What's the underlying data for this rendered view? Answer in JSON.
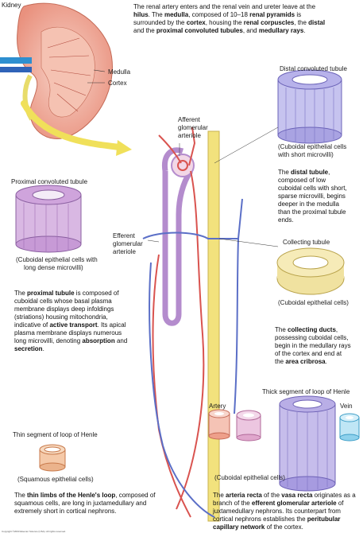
{
  "labels": {
    "kidney": "Kidney",
    "medulla": "Medulla",
    "cortex": "Cortex",
    "afferent": [
      "Afferent",
      "glomerular",
      "arteriole"
    ],
    "efferent": [
      "Efferent",
      "glomerular",
      "arteriole"
    ],
    "dct_title": "Distal convoluted tubule",
    "dct_caption": [
      "(Cuboidal epithelial cells",
      "with short microvilli)"
    ],
    "pct_title": "Proximal convoluted tubule",
    "pct_caption": [
      "(Cuboidal epithelial cells with",
      "long dense microvilli)"
    ],
    "collecting_title": "Collecting tubule",
    "collecting_caption": "(Cuboidal epithelial cells)",
    "thick_title": "Thick segment of loop of Henle",
    "artery": "Artery",
    "vein": "Vein",
    "thick_caption": "(Cuboidal epithelial cells)",
    "thin_title": "Thin segment of loop of Henle",
    "thin_caption": "(Squamous epithelial cells)",
    "copyright": "Copyright ©2003 Elsevier Science (USA). All rights reserved."
  },
  "paragraphs": {
    "intro": [
      {
        "t": "The renal artery enters and the renal vein and ureter leave at the "
      },
      {
        "t": "hilus",
        "b": true
      },
      {
        "t": ". The "
      },
      {
        "t": "medulla",
        "b": true
      },
      {
        "t": ", composed of 10–18 "
      },
      {
        "t": "renal pyramids",
        "b": true
      },
      {
        "t": " is surrounded by the "
      },
      {
        "t": "cortex",
        "b": true
      },
      {
        "t": ", housing the "
      },
      {
        "t": "renal corpuscles",
        "b": true
      },
      {
        "t": ", the "
      },
      {
        "t": "distal",
        "b": true
      },
      {
        "t": " and the "
      },
      {
        "t": "proximal convoluted tubules",
        "b": true
      },
      {
        "t": ", and "
      },
      {
        "t": "medullary rays",
        "b": true
      },
      {
        "t": "."
      }
    ],
    "distal": [
      {
        "t": "The "
      },
      {
        "t": "distal tubule",
        "b": true
      },
      {
        "t": ", composed of low cuboidal cells with short, sparse microvilli, begins deeper in the medulla than the proximal tubule ends."
      }
    ],
    "proximal": [
      {
        "t": "The "
      },
      {
        "t": "proximal tubule",
        "b": true
      },
      {
        "t": " is composed of cuboidal cells whose basal plasma membrane displays deep infoldings (striations) housing mitochondria, indicative of "
      },
      {
        "t": "active transport",
        "b": true
      },
      {
        "t": ". Its apical plasma membrane displays numerous long microvilli, denoting "
      },
      {
        "t": "absorption",
        "b": true
      },
      {
        "t": " and "
      },
      {
        "t": "secretion",
        "b": true
      },
      {
        "t": "."
      }
    ],
    "collecting": [
      {
        "t": "The "
      },
      {
        "t": "collecting ducts",
        "b": true
      },
      {
        "t": ", possessing cuboidal cells, begin in the medullary rays of the cortex and end at the "
      },
      {
        "t": "area cribrosa",
        "b": true
      },
      {
        "t": "."
      }
    ],
    "thin": [
      {
        "t": "The "
      },
      {
        "t": "thin limbs of the Henle's loop",
        "b": true
      },
      {
        "t": ", composed of squamous cells, are long in juxtamedullary and extremely short in cortical nephrons."
      }
    ],
    "vasa": [
      {
        "t": "The "
      },
      {
        "t": "arteria recta",
        "b": true
      },
      {
        "t": " of the "
      },
      {
        "t": "vasa recta",
        "b": true
      },
      {
        "t": " originates as a branch of the "
      },
      {
        "t": "efferent glomerular arteriole",
        "b": true
      },
      {
        "t": " of juxtamedullary nephrons. Its counterpart from cortical nephrons establishes the "
      },
      {
        "t": "peritubular capillary network",
        "b": true
      },
      {
        "t": " of the cortex."
      }
    ]
  },
  "colors": {
    "artery": "#d9534f",
    "vein": "#5b6fc7",
    "tubule": "#b88fc7",
    "collecting": "#e8d27a",
    "kidney": "#f2b8a8"
  }
}
